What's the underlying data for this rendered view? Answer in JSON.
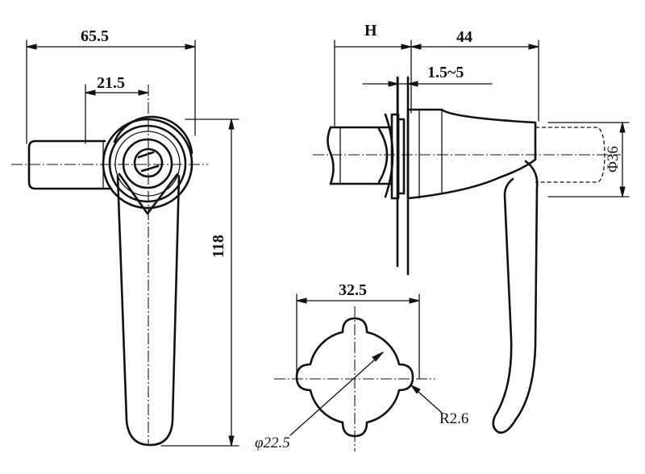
{
  "dimensions": {
    "overall_width": "65.5",
    "center_offset": "21.5",
    "height": "118",
    "panel_thickness_symbol": "H",
    "depth": "44",
    "panel_range": "1.5~5",
    "boss_diameter": "Φ36",
    "key_width": "32.5",
    "key_diameter": "φ22.5",
    "key_radius": "R2.6"
  }
}
